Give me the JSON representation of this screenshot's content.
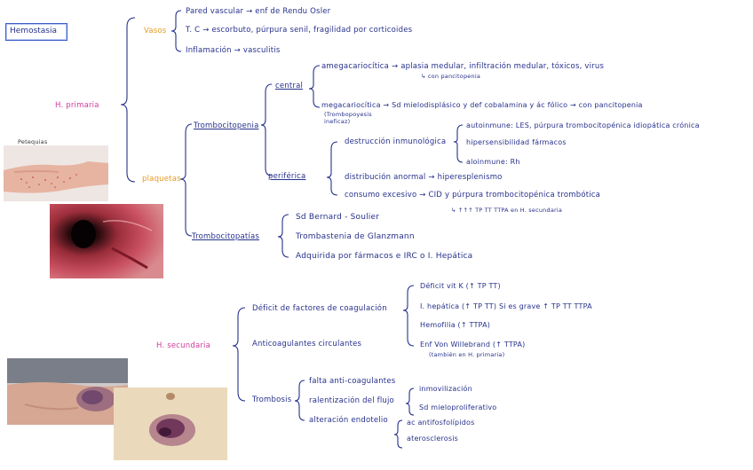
{
  "title": "Hemostasia",
  "primaria": {
    "label": "H. primaria",
    "vasos": {
      "label": "Vasos",
      "items": [
        "Pared vascular → enf de Rendu Osler",
        "T. C → escorbuto, púrpura senil, fragilidad por corticoides",
        "Inflamación → vasculitis"
      ]
    },
    "plaquetas": {
      "label": "plaquetas",
      "photo_label": "Petequias",
      "trombocitopenia": {
        "label": "Trombocitopenia",
        "central": {
          "label": "central",
          "amegacariocitica": "amegacariocítica → aplasia medular, infiltración medular, tóxicos, virus",
          "amegacariocitica_note": "↳ con pancitopenia",
          "megacariocitica": "megacariocítica → Sd mielodisplásico y def cobalamina y ác fólico → con pancitopenia",
          "megacariocitica_note": "(Trombopoyesis ineficaz)"
        },
        "periferica": {
          "label": "periférica",
          "destruccion": "destrucción inmunológica",
          "destruccion_items": [
            "autoinmune: LES, púrpura trombocitopénica idiopática crónica",
            "hipersensibilidad fármacos",
            "aloinmune: Rh"
          ],
          "distribucion": "distribución anormal → hiperesplenismo",
          "consumo": "consumo excesivo → CID y púrpura trombocitopénica trombótica",
          "consumo_note": "↳ ↑↑↑ TP TT TTPA en H. secundaria"
        }
      },
      "trombocitopatias": {
        "label": "Trombocitopatías",
        "items": [
          "Sd Bernard - Soulier",
          "Trombastenia de Glanzmann",
          "Adquirida por fármacos e IRC o I. Hepática"
        ]
      }
    }
  },
  "secundaria": {
    "label": "H. secundaria",
    "deficit": {
      "label": "Déficit de factores de coagulación",
      "items": [
        "Déficit vit K (↑ TP TT)",
        "I. hepática (↑ TP TT) Si es grave ↑ TP TT TTPA",
        "Hemofilia (↑ TTPA)",
        "Enf Von Willebrand (↑ TTPA)"
      ],
      "note": "(también en H. primaria)"
    },
    "anticoagulantes": {
      "label": "Anticoagulantes circulantes"
    },
    "trombosis": {
      "label": "Trombosis",
      "items": [
        "falta anti-coagulantes",
        "ralentización del flujo",
        "alteración endotelio"
      ],
      "flujo_items": [
        "inmovilización",
        "Sd mieloproliferativo"
      ],
      "endotelio_items": [
        "ac antifosfolípidos",
        "aterosclerosis"
      ]
    }
  },
  "colors": {
    "ink": "#27318b",
    "pink": "#d43a9c",
    "orange": "#e39a26",
    "box_border": "#3a5ec7"
  }
}
